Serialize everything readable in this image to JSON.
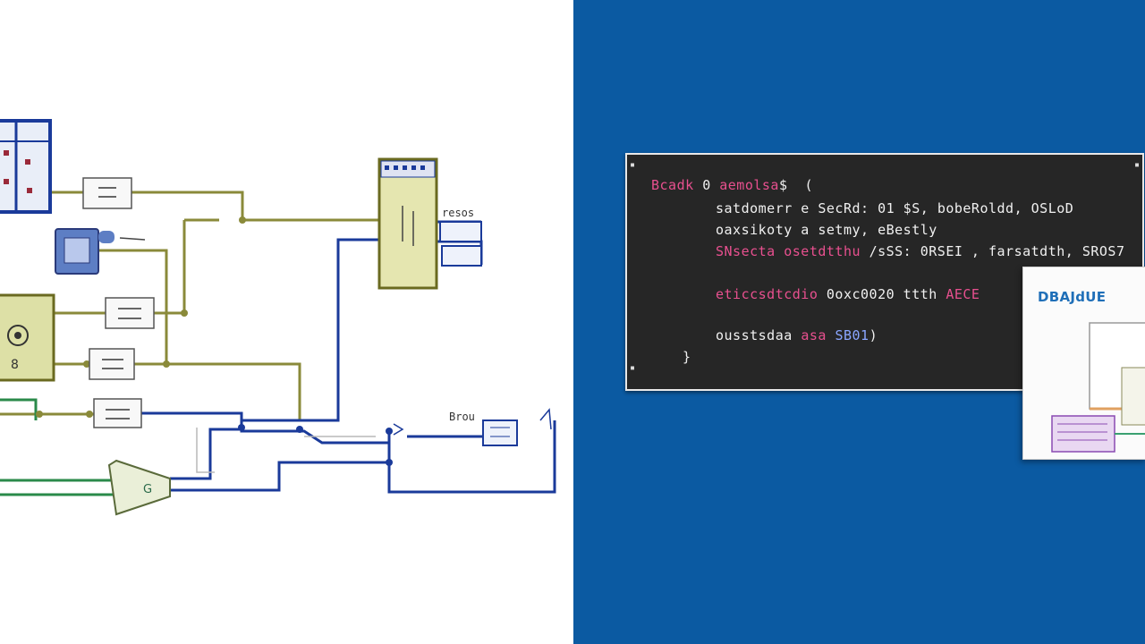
{
  "schematic": {
    "labels": {
      "top_right": "resos",
      "bottom_right": "Brou"
    }
  },
  "code_editor": {
    "lines": [
      {
        "parts": [
          {
            "text": "Bcadk ",
            "color": "#e8508f"
          },
          {
            "text": "0 ",
            "color": "#f0f0f0"
          },
          {
            "text": "aemolsa",
            "color": "#e8508f"
          },
          {
            "text": "$  (",
            "color": "#f0f0f0"
          }
        ]
      },
      {
        "parts": [
          {
            "text": "satdomerr e ",
            "color": "#f0f0f0"
          },
          {
            "text": "SecRd: 01 $S, ",
            "color": "#f0f0f0"
          },
          {
            "text": "bobeRoldd, ",
            "color": "#f0f0f0"
          },
          {
            "text": "OSLoD",
            "color": "#f0f0f0"
          }
        ]
      },
      {
        "parts": [
          {
            "text": "oaxsikoty a setmy, ",
            "color": "#f0f0f0"
          },
          {
            "text": "eBestly",
            "color": "#f0f0f0"
          }
        ]
      },
      {
        "parts": [
          {
            "text": "SNsecta osetdtthu ",
            "color": "#e8508f"
          },
          {
            "text": "/sSS: 0RSEI",
            "color": "#f0f0f0"
          },
          {
            "text": " , ",
            "color": "#f0f0f0"
          },
          {
            "text": "farsatdth, ",
            "color": "#f0f0f0"
          },
          {
            "text": "SROS7",
            "color": "#f0f0f0"
          }
        ]
      },
      {
        "parts": [
          {
            "text": "eticcsdtcdio ",
            "color": "#e8508f"
          },
          {
            "text": "0oxc0020 ttth ",
            "color": "#f0f0f0"
          },
          {
            "text": "AECE",
            "color": "#e8508f"
          }
        ]
      },
      {
        "parts": [
          {
            "text": "ousstsdaa ",
            "color": "#f0f0f0"
          },
          {
            "text": "asa ",
            "color": "#e8508f"
          },
          {
            "text": "SB01",
            "color": "#8aa6ff"
          },
          {
            "text": ")",
            "color": "#f0f0f0"
          }
        ]
      },
      {
        "parts": [
          {
            "text": "}",
            "color": "#f0f0f0"
          }
        ]
      }
    ]
  },
  "preview": {
    "title": "DBAJdUE"
  }
}
